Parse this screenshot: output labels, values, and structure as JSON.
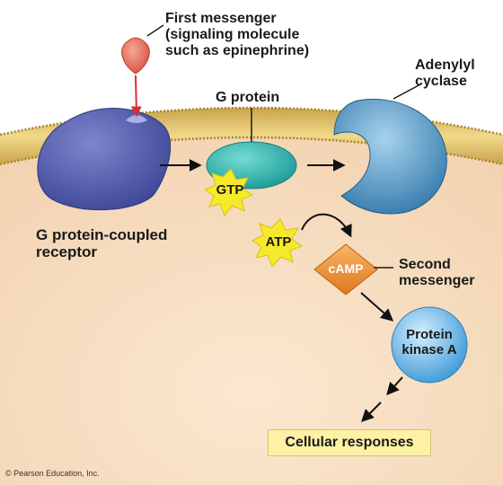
{
  "labels": {
    "first_messenger": [
      "First messenger",
      "(signaling molecule",
      "such as epinephrine)"
    ],
    "adenylyl_cyclase": [
      "Adenylyl",
      "cyclase"
    ],
    "g_protein": "G protein",
    "gtp": "GTP",
    "receptor": [
      "G protein-coupled",
      "receptor"
    ],
    "atp": "ATP",
    "camp": "cAMP",
    "second_messenger": [
      "Second",
      "messenger"
    ],
    "protein_kinase_a": [
      "Protein",
      "kinase A"
    ],
    "cellular_responses": "Cellular responses",
    "copyright": "© Pearson Education, Inc."
  },
  "colors": {
    "cytoplasm": "#f6dcc0",
    "membrane": "#e4c36b",
    "receptor": "#4c56a4",
    "g_protein": "#2eb7b1",
    "adenylyl_cyclase": "#3f8cbf",
    "first_messenger": "#e8705c",
    "starburst": "#f6e92a",
    "camp": "#f0902e",
    "protein_kinase_a": "#53aee4",
    "cellular_box": "#fdf1a6"
  }
}
